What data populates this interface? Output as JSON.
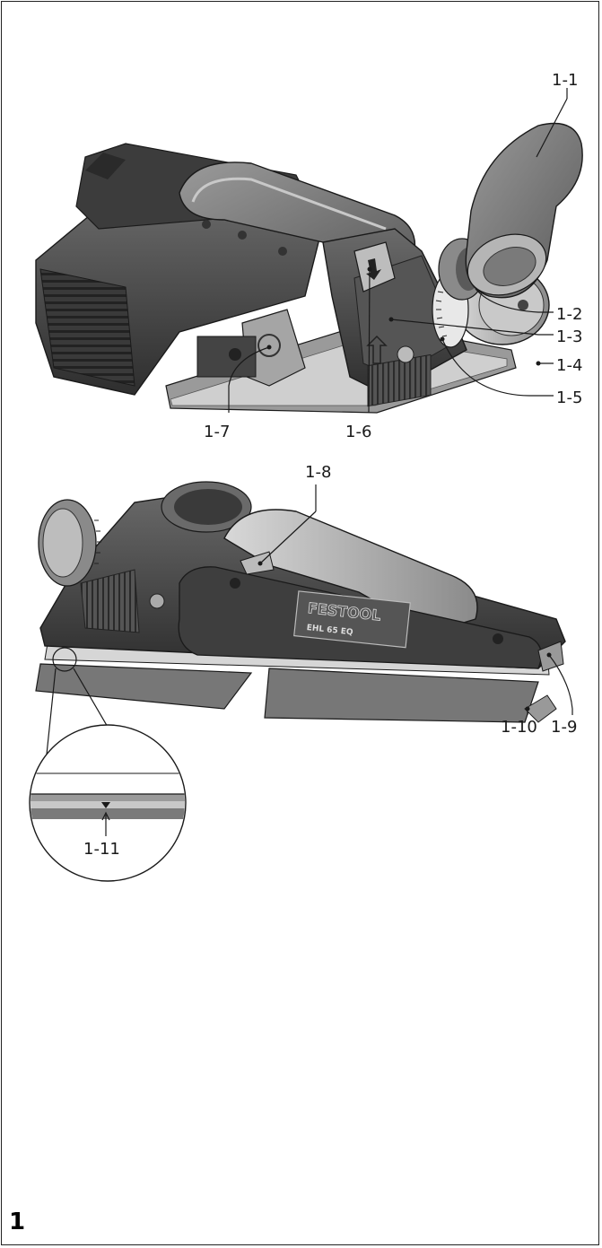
{
  "figure_number": "1",
  "brand_plate": {
    "brand": "FESTOOL",
    "model": "EHL 65 EQ"
  },
  "callouts": {
    "c1_1": "1-1",
    "c1_2": "1-2",
    "c1_3": "1-3",
    "c1_4": "1-4",
    "c1_5": "1-5",
    "c1_6": "1-6",
    "c1_7": "1-7",
    "c1_8": "1-8",
    "c1_9": "1-9",
    "c1_10": "1-10",
    "c1_11": "1-11"
  },
  "colors": {
    "body_dark": "#4a4a4a",
    "body_mid": "#7a7a7a",
    "body_light": "#b5b5b5",
    "outline": "#1a1a1a"
  }
}
